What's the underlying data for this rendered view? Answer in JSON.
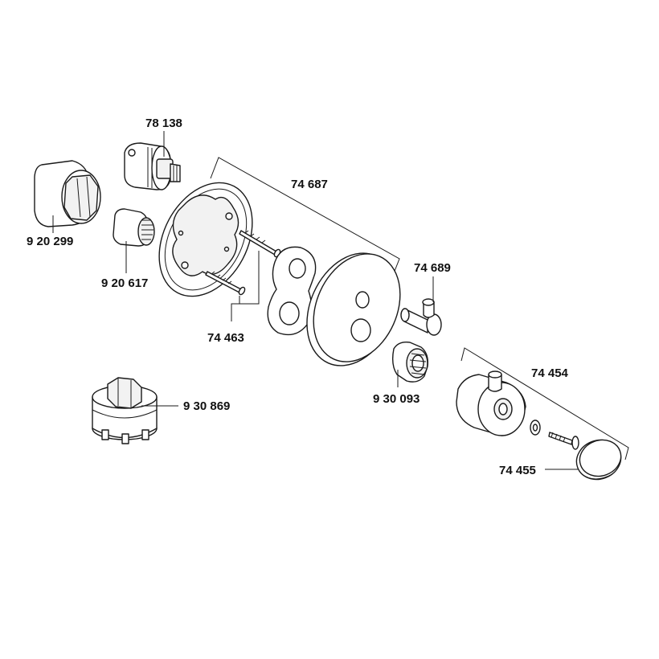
{
  "labels": {
    "p78138": "78 138",
    "p920299": "9 20 299",
    "p920617": "9 20 617",
    "p74687": "74 687",
    "p74463": "74 463",
    "p74689": "74 689",
    "p930093": "9 30 093",
    "p930869": "9 30 869",
    "p74454": "74 454",
    "p74455": "74 455"
  },
  "colors": {
    "line": "#1a1a1a",
    "background": "#ffffff"
  }
}
